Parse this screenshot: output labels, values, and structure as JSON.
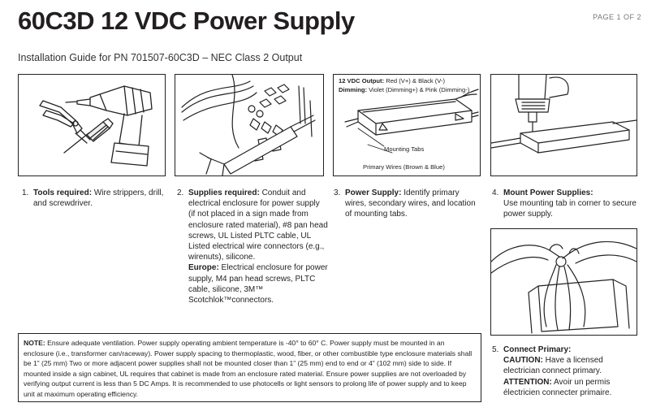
{
  "header": {
    "title": "60C3D 12 VDC Power Supply",
    "page": "PAGE 1 OF 2",
    "subtitle": "Installation Guide for PN 701507-60C3D – NEC Class 2 Output"
  },
  "panel3": {
    "output_label": "12 VDC Output:",
    "output_text": " Red (V+) & Black (V-)",
    "dimming_label": "Dimming:",
    "dimming_text": " Violet (Dimming+) & Pink (Dimming-)",
    "mounting_tabs": "Mounting Tabs",
    "primary_wires": "Primary Wires (Brown & Blue)"
  },
  "steps": {
    "s1": {
      "num": "1.",
      "head": "Tools required:",
      "text": " Wire strippers, drill, and screwdriver."
    },
    "s2": {
      "num": "2.",
      "head": "Supplies required:",
      "text": " Conduit and electrical enclosure for power supply (if not placed in a sign made from enclosure rated material), #8 pan head screws, UL Listed PLTC cable, UL Listed electrical wire connectors (e.g., wirenuts), silicone.",
      "europe_head": "Europe:",
      "europe_text": " Electrical enclosure for power supply, M4 pan head screws, PLTC cable, silicone, 3M™ Scotchlok™connectors."
    },
    "s3": {
      "num": "3.",
      "head": "Power Supply:",
      "text": " Identify primary wires, secondary wires, and location of mounting tabs."
    },
    "s4": {
      "num": "4.",
      "head": "Mount Power Supplies:",
      "text": "Use mounting tab in corner to secure power supply."
    },
    "s5": {
      "num": "5.",
      "head": "Connect Primary:",
      "caution_head": "CAUTION:",
      "caution_text": " Have a licensed electrician connect primary.",
      "attention_head": "ATTENTION:",
      "attention_text": " Avoir un permis électricien connecter primaire."
    }
  },
  "note": {
    "label": "NOTE:",
    "text": " Ensure adequate ventilation. Power supply operating ambient temperature is -40° to 60° C. Power supply must be mounted in an enclosure (i.e., transformer can/raceway). Power supply spacing to thermoplastic, wood, fiber, or other combustible type enclosure materials shall be 1” (25 mm) Two or more adjacent power supplies shall not be mounted closer than 1” (25 mm) end to end or 4” (102 mm) side to side. If mounted inside a sign cabinet, UL requires that cabinet is made from an enclosure rated material. Ensure power supplies are not overloaded by verifying output current is less than 5 DC Amps. It is recommended to use photocells or light sensors to prolong life of power supply and to keep unit at maximum operating efficiency."
  },
  "icons": [
    "drill-icon",
    "wire-stripper-icon",
    "screwdriver-icon",
    "wire-icon",
    "connector-icon",
    "cable-tie-icon",
    "caulk-gun-icon",
    "power-supply-icon",
    "hands-icon"
  ]
}
